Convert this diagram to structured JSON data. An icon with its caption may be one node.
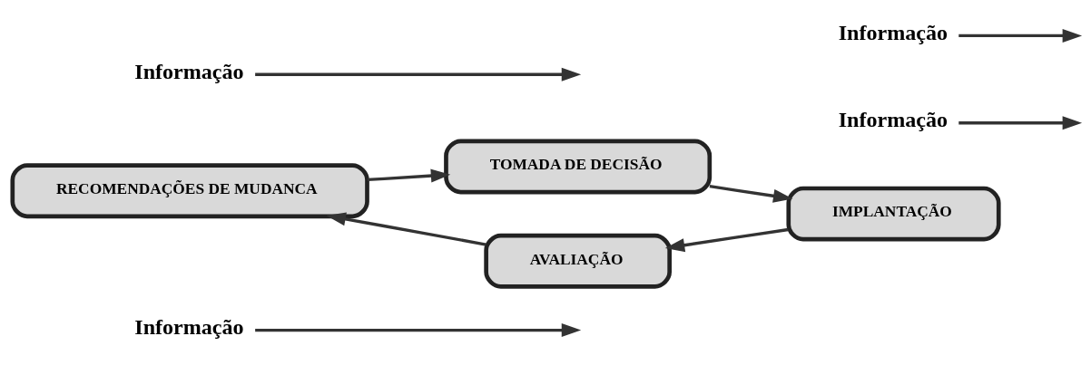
{
  "diagram": {
    "nodes": [
      {
        "text": [
          "Informação"
        ]
      },
      {
        "text": [
          "TOMADA DE DECISÃO"
        ]
      },
      {
        "text": [
          "Informação"
        ]
      },
      {
        "text": [
          "RECOMENDAÇÕES DE MUDANCA"
        ]
      },
      {
        "text": [
          "IMPLANTAÇÃO"
        ]
      },
      {
        "text": [
          "AVALIAÇÃO"
        ]
      },
      {
        "text": [
          "Informação"
        ]
      },
      {
        "text": [
          "Informação"
        ]
      }
    ],
    "edges": [
      {
        "from": 1,
        "to": 4,
        "arrow": "to"
      },
      {
        "from": 4,
        "to": 5,
        "arrow": "to"
      },
      {
        "from": 5,
        "to": 3,
        "arrow": "to"
      },
      {
        "from": 3,
        "to": 1,
        "arrow": "to"
      },
      {
        "from": 0,
        "to": null,
        "arrow": "to"
      },
      {
        "from": 2,
        "to": null,
        "arrow": "to"
      },
      {
        "from": 6,
        "to": null,
        "arrow": "to"
      },
      {
        "from": 7,
        "to": null,
        "arrow": "to"
      }
    ]
  }
}
